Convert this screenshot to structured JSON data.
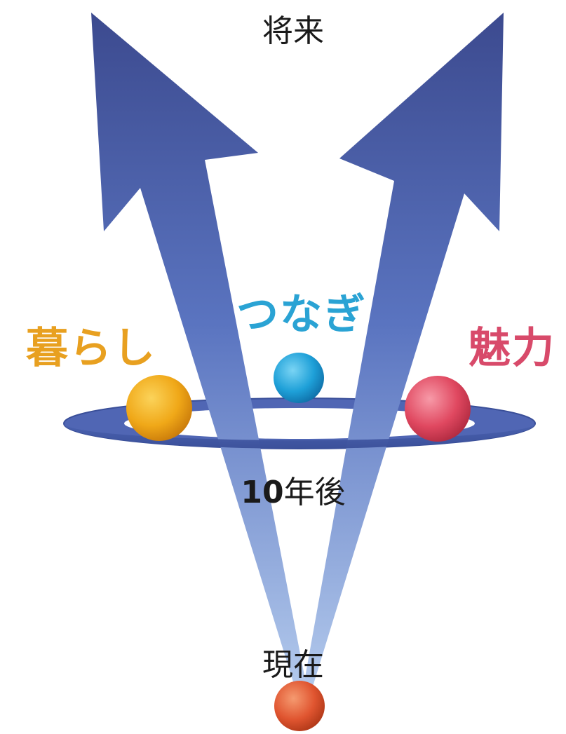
{
  "labels": {
    "future": "将来",
    "ten_years_number": "10",
    "ten_years_suffix": "年後",
    "now": "現在"
  },
  "themes": [
    {
      "label": "暮らし",
      "color": "#e8a020"
    },
    {
      "label": "つなぎ",
      "color": "#2aa3d4"
    },
    {
      "label": "魅力",
      "color": "#d84a6a"
    }
  ],
  "colors": {
    "arrow_dark": "#3c4a8f",
    "arrow_light": "#a9c4ea",
    "ring": "#4a62b0",
    "sphere_left": "#f0a818",
    "sphere_center": "#1ea0d8",
    "sphere_right": "#e04860",
    "sphere_bottom": "#e05530"
  }
}
